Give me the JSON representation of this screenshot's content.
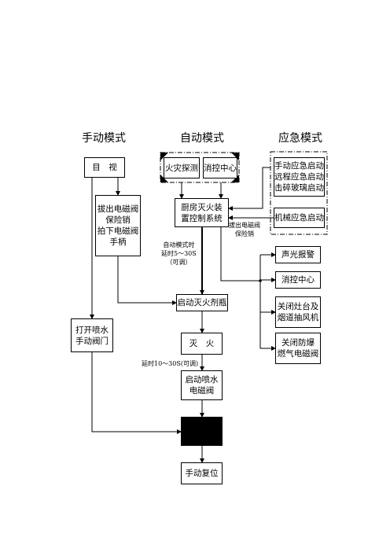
{
  "headers": {
    "manual": "手动模式",
    "auto": "自动模式",
    "emergency": "应急模式"
  },
  "nodes": {
    "visual": "目　视",
    "fire_detect": "火灾探测",
    "fire_center": "消控中心",
    "emergency_start": [
      "手动应急启动",
      "远程应急启动",
      "击碎玻璃启动"
    ],
    "mech_start": "机械应急启动",
    "pull_valve": [
      "拔出电磁阀",
      "保险销",
      "拍下电磁阀",
      "手柄"
    ],
    "control_system": [
      "厨房灭火装",
      "置控制系统"
    ],
    "start_cylinder": "启动灭火剂瓶",
    "open_valve": [
      "打开喷水",
      "手动阀门"
    ],
    "extinguish": "灭　火",
    "start_water_valve": [
      "启动喷水",
      "电磁阀"
    ],
    "manual_reset": "手动复位",
    "sound_light": "声光报警",
    "fire_center_2": "消控中心",
    "close_stove": [
      "关闭灶台及",
      "烟道抽风机"
    ],
    "close_gas": [
      "关闭防爆",
      "燃气电磁阀"
    ]
  },
  "notes": {
    "auto_delay": [
      "自动模式时",
      "延时5～30S",
      "（可调）"
    ],
    "pull_pin": [
      "拔出电磁阀",
      "保险销"
    ],
    "water_delay": "延时10～30S(可调)"
  }
}
